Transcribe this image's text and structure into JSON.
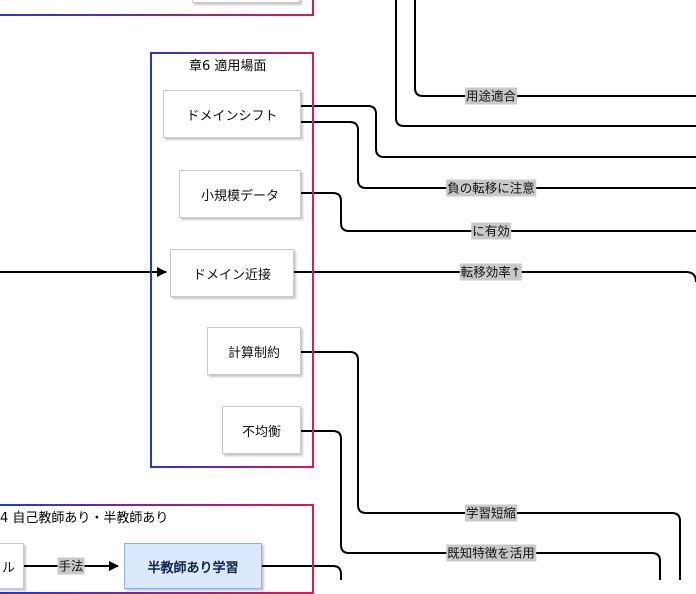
{
  "groups": {
    "ch6": {
      "title": "章6 適用場面"
    },
    "ch4": {
      "title": "4 自己教師あり・半教師あり"
    }
  },
  "nodes": {
    "domain_shift": "ドメインシフト",
    "small_data": "小規模データ",
    "domain_near": "ドメイン近接",
    "compute": "計算制約",
    "imbalance": "不均衡",
    "semi_supervised": "半教師あり学習",
    "cut_left": "ル"
  },
  "edge_labels": {
    "usage_fit": "用途適合",
    "negative_transfer": "負の転移に注意",
    "effective": "に有効",
    "transfer_efficiency": "転移効率↑",
    "learning_short": "学習短縮",
    "known_features": "既知特徴を活用",
    "method": "手法"
  },
  "colors": {
    "group_border_start": "#2336d6",
    "group_border_end": "#e01855",
    "semi_node_bg": "#dce8fb"
  }
}
